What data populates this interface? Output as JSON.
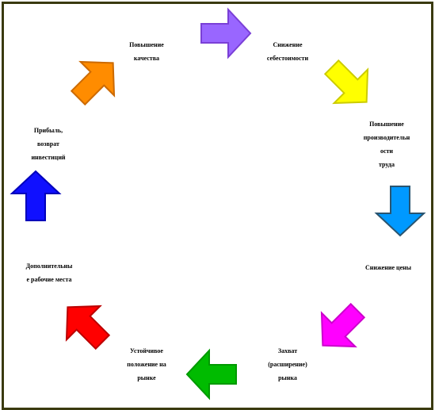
{
  "diagram": {
    "nodes": [
      {
        "id": "quality",
        "label": "Повышение\nкачества",
        "arrow_color": "#ff8c00"
      },
      {
        "id": "cost",
        "label": "Снижение\nсебестоимости",
        "arrow_color": "#9966ff"
      },
      {
        "id": "productivity",
        "label": "Повышение\nпроизводительн\nости\nтруда",
        "arrow_color": "#ffff00"
      },
      {
        "id": "price",
        "label": "Снижение цены",
        "arrow_color": "#0099ff"
      },
      {
        "id": "market",
        "label": "Захват\n(расширение)\nрынка",
        "arrow_color": "#ff00ff"
      },
      {
        "id": "position",
        "label": "Устойчивое\nположение на\nрынке",
        "arrow_color": "#00bb00"
      },
      {
        "id": "jobs",
        "label": "Дополнительны\nе рабочие места",
        "arrow_color": "#ff0000"
      },
      {
        "id": "profit",
        "label": "Прибыль,\nвозврат\nинвестиций",
        "arrow_color": "#1010ff"
      }
    ],
    "border_color": "#3a3a10"
  }
}
